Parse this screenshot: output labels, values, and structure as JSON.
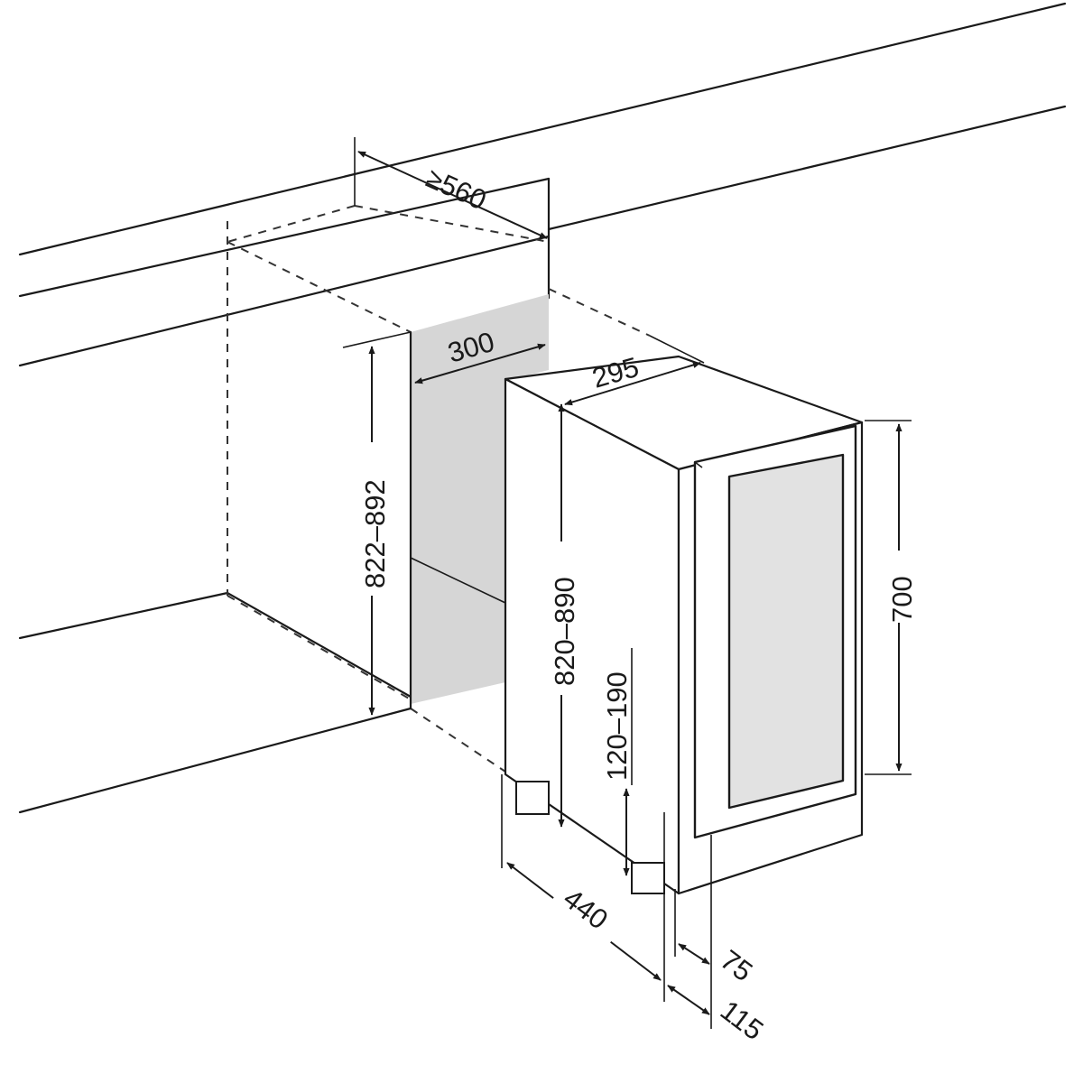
{
  "colors": {
    "line": "#1a1a1a",
    "niche_back": "#d6d6d6",
    "glass": "#e2e2e2",
    "background": "#ffffff"
  },
  "dimensions": {
    "cabinet_depth": "≥560",
    "niche_width": "300",
    "niche_height": "822–892",
    "unit_width": "295",
    "unit_height": "820–890",
    "door_height": "700",
    "leg_height": "120–190",
    "unit_depth": "440",
    "door_offset": "75",
    "door_open": "115"
  }
}
